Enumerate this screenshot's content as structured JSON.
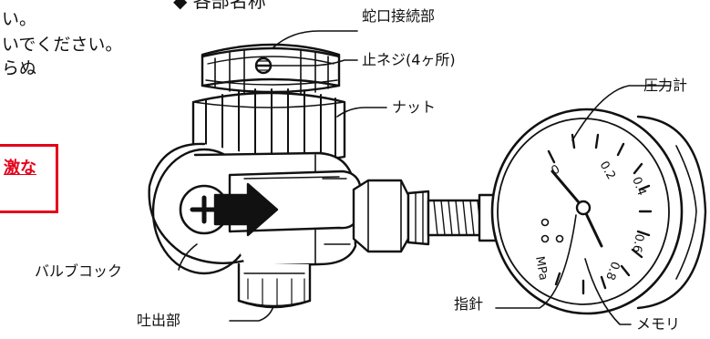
{
  "heading": "◆ 各部名称",
  "left_text": [
    "い。",
    "いでください。",
    "らぬ"
  ],
  "warning_text": "激な",
  "labels": {
    "faucet_connection": "蛇口接続部",
    "set_screw": "止ネジ(4ヶ所)",
    "nut": "ナット",
    "pressure_gauge": "圧力計",
    "valve_cock": "バルブコック",
    "pointer": "指針",
    "outlet": "吐出部",
    "scale": "メモリ"
  },
  "gauge": {
    "unit": "MPa",
    "ticks": [
      "0",
      "0.2",
      "0.4",
      "0.6",
      "0.8"
    ]
  },
  "colors": {
    "warning": "#e3001b",
    "line": "#111111"
  }
}
